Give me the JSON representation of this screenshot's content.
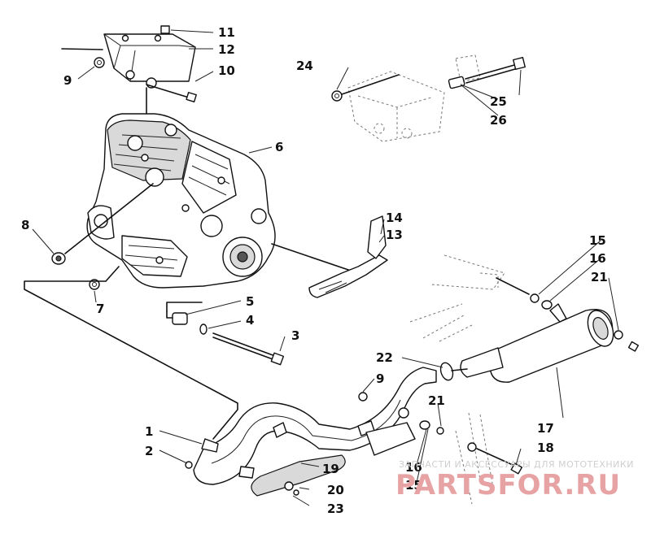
{
  "callouts": [
    {
      "id": "1",
      "label": "1"
    },
    {
      "id": "2",
      "label": "2"
    },
    {
      "id": "3",
      "label": "3"
    },
    {
      "id": "4",
      "label": "4"
    },
    {
      "id": "5",
      "label": "5"
    },
    {
      "id": "6",
      "label": "6"
    },
    {
      "id": "7",
      "label": "7"
    },
    {
      "id": "8",
      "label": "8"
    },
    {
      "id": "9a",
      "label": "9"
    },
    {
      "id": "9b",
      "label": "9"
    },
    {
      "id": "10",
      "label": "10"
    },
    {
      "id": "11",
      "label": "11"
    },
    {
      "id": "12",
      "label": "12"
    },
    {
      "id": "13",
      "label": "13"
    },
    {
      "id": "14",
      "label": "14"
    },
    {
      "id": "15a",
      "label": "15"
    },
    {
      "id": "15b",
      "label": "15"
    },
    {
      "id": "16a",
      "label": "16"
    },
    {
      "id": "16b",
      "label": "16"
    },
    {
      "id": "17",
      "label": "17"
    },
    {
      "id": "18",
      "label": "18"
    },
    {
      "id": "19",
      "label": "19"
    },
    {
      "id": "20",
      "label": "20"
    },
    {
      "id": "21a",
      "label": "21"
    },
    {
      "id": "21b",
      "label": "21"
    },
    {
      "id": "22",
      "label": "22"
    },
    {
      "id": "23",
      "label": "23"
    },
    {
      "id": "24",
      "label": "24"
    },
    {
      "id": "25",
      "label": "25"
    },
    {
      "id": "26",
      "label": "26"
    }
  ],
  "watermark": {
    "line1": "ЗАПЧАСТИ И АКСЕССУАРЫ ДЛЯ МОТОТЕХНИКИ",
    "line2": "PARTSFOR.RU",
    "color": "#e7a3a3"
  }
}
